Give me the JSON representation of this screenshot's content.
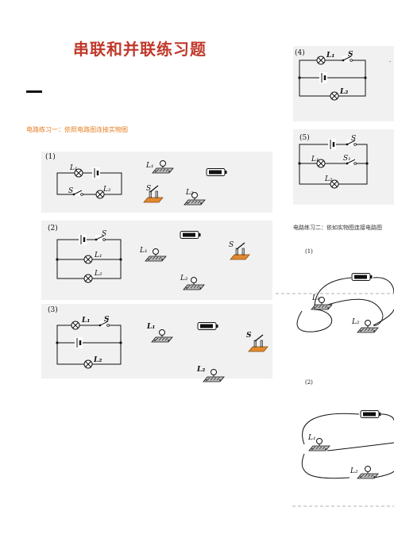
{
  "doc": {
    "title": "串联和并联练习题",
    "section1": "电路练习一：依照电路图连接实物图",
    "section2": "电路练习二：依如实物图连接电路图"
  },
  "labels": {
    "n1": "(1)",
    "n2": "(2)",
    "n3": "(3)",
    "n4": "(4)",
    "n5": "(5)",
    "r1": "(1)",
    "r2": "(2)",
    "L1": "L₁",
    "L2": "L₂",
    "S": "S",
    "S1": "S₁"
  },
  "colors": {
    "title": "#c0392b",
    "section1": "#e67e22",
    "panel": "#f1f1f1",
    "board": "#e08a2e"
  }
}
